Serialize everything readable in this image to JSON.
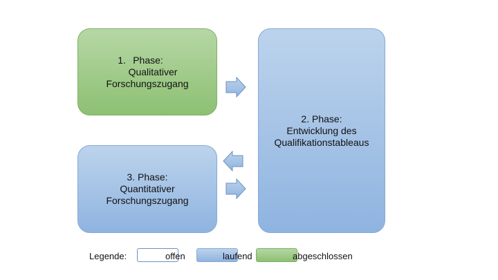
{
  "phases": {
    "phase1": {
      "number": "1.",
      "title": "Phase:",
      "line2": "Qualitativer",
      "line3": "Forschungszugang",
      "status": "abgeschlossen"
    },
    "phase2": {
      "line1": "2. Phase:",
      "line2": "Entwicklung des",
      "line3": "Qualifikationstableaus",
      "status": "laufend"
    },
    "phase3": {
      "line1": "3. Phase:",
      "line2": "Quantitativer",
      "line3": "Forschungszugang",
      "status": "laufend"
    }
  },
  "arrows": [
    {
      "from": "phase1",
      "to": "phase2",
      "direction": "right"
    },
    {
      "from": "phase2",
      "to": "phase3",
      "direction": "left"
    },
    {
      "from": "phase3",
      "to": "phase2",
      "direction": "right"
    }
  ],
  "legend": {
    "title": "Legende:",
    "items": [
      {
        "label": "offen",
        "color": "#ffffff"
      },
      {
        "label": "laufend",
        "color": "#9dbde4"
      },
      {
        "label": "abgeschlossen",
        "color": "#9fcb88"
      }
    ]
  },
  "colors": {
    "completed_fill": "#9fcb88",
    "running_fill": "#9dbde4",
    "arrow_fill": "#9dbde4",
    "arrow_stroke": "#6d8fbf"
  }
}
